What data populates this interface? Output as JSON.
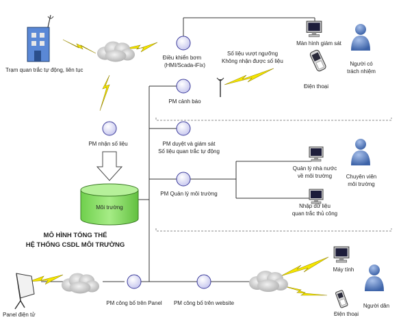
{
  "title": {
    "line1": "MÔ HÌNH TỔNG THỂ",
    "line2": "HỆ THỐNG CSDL MÔI TRƯỜNG"
  },
  "nodes": {
    "station": "Trạm quan trắc tự động, liên tục",
    "pm_receive": "PM nhận số liệu",
    "database": "Môi trường",
    "pump_control_1": "Điều khiển bơm",
    "pump_control_2": "(HMI/Scada-iFix)",
    "pm_alert": "PM cảnh báo",
    "monitor_screen": "Màn hình giám sát",
    "alert_msg_1": "Số liệu vượt ngưỡng",
    "alert_msg_2": "Không nhận được số liệu",
    "phone_alert": "Điện thoại",
    "responsible_1": "Người có",
    "responsible_2": "trách nhiệm",
    "pm_review_1": "PM duyệt và giám sát",
    "pm_review_2": "Số liệu quan trắc tự động",
    "state_mgmt_1": "Quản lý nhà nước",
    "state_mgmt_2": "về môi trường",
    "expert_1": "Chuyên viên",
    "expert_2": "môi trường",
    "pm_manage": "PM Quản lý môi trường",
    "manual_entry_1": "Nhập dữ liệu",
    "manual_entry_2": "quan trắc thủ công",
    "panel": "Panel điện tử",
    "pm_panel": "PM công bố trên Panel",
    "pm_web": "PM công bố trên website",
    "computer": "Máy tính",
    "phone_public": "Điện thoại",
    "citizen": "Người dân"
  },
  "colors": {
    "node_fill": "#e8e8f8",
    "node_stroke": "#3a3a9a",
    "database_fill": "#8ee06a",
    "person_fill": "#5b7fc0",
    "lightning": "#f5e600"
  }
}
